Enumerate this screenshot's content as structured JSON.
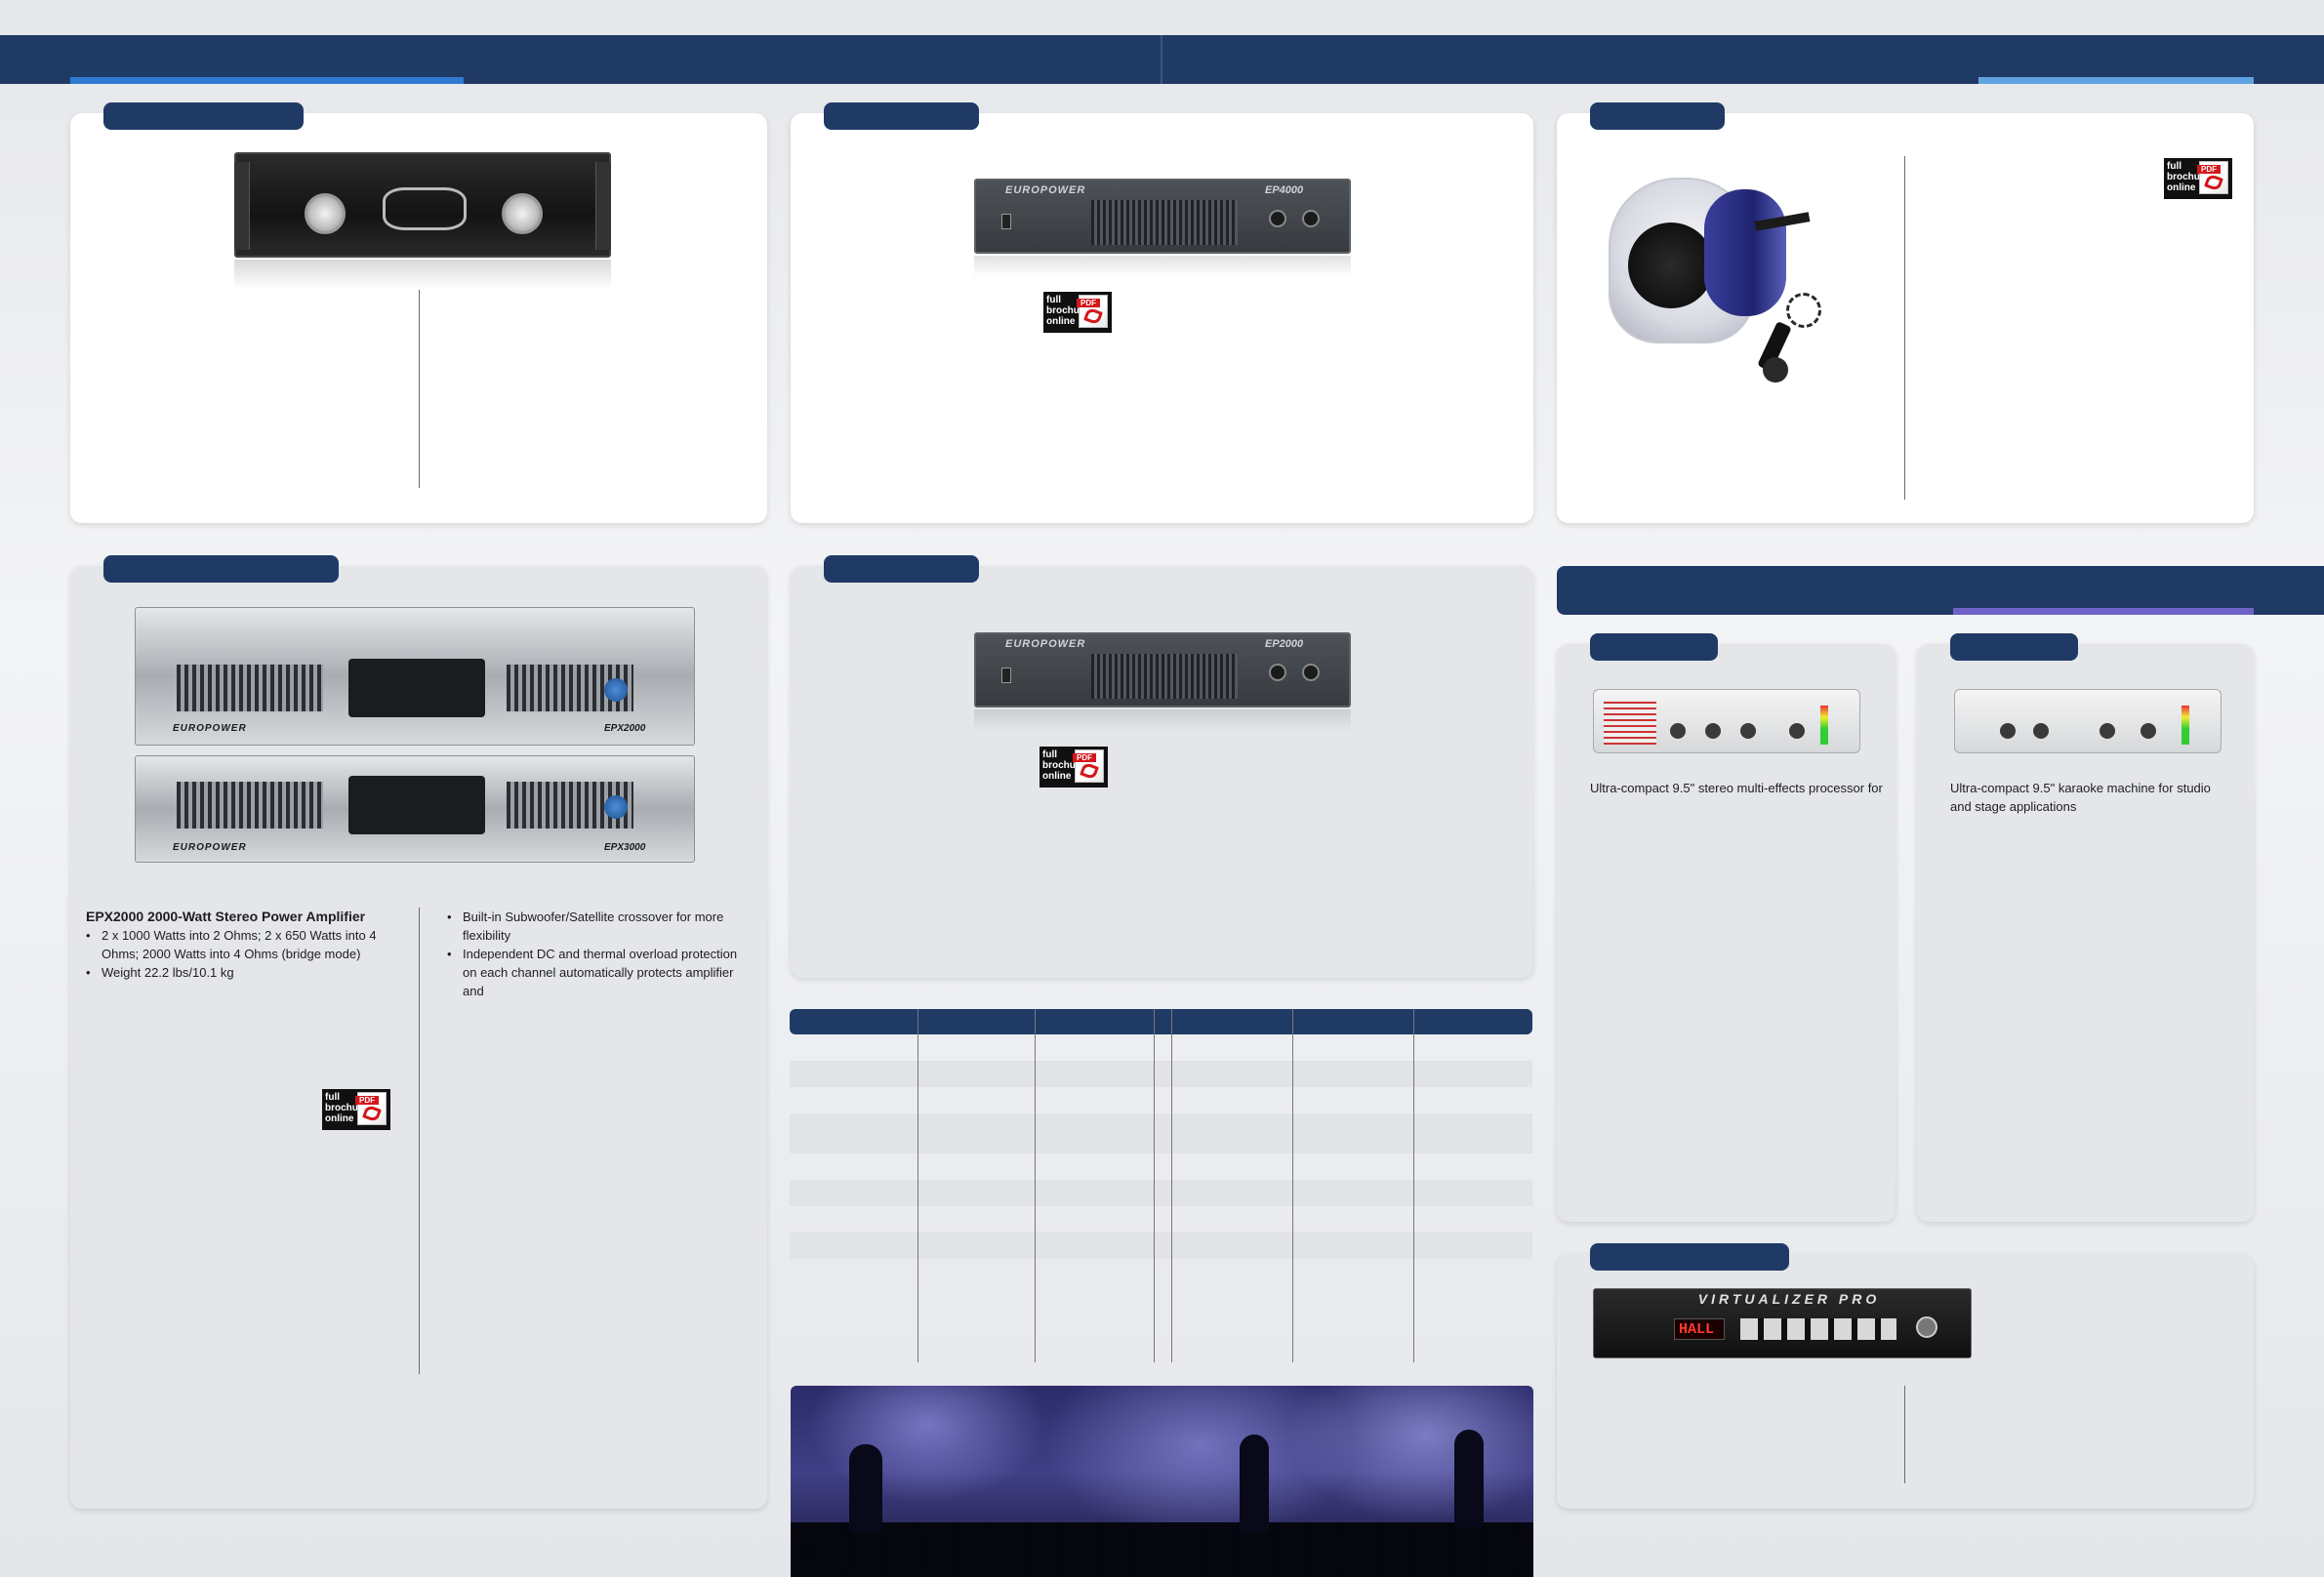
{
  "page": {
    "top_bar_color": "#203a66",
    "accent_left": "#2f7ad1",
    "accent_right": "#5fa3e0"
  },
  "panels": {
    "p1_tab": "",
    "p2_tab": "",
    "p3_tab": "",
    "p4_tab": "",
    "p5_tab": "",
    "fx_tab": "",
    "karaoke_tab": "",
    "virtualizer_tab": ""
  },
  "pdf": {
    "line1": "full",
    "line2": "brochure",
    "line3": "online",
    "tag": "PDF"
  },
  "ep4000": {
    "brand": "EUROPOWER",
    "model": "EP4000"
  },
  "ep2000": {
    "brand": "EUROPOWER",
    "model": "EP2000"
  },
  "epx": {
    "brand": "EUROPOWER",
    "model_top": "EPX2000",
    "model_bottom": "EPX3000",
    "title": "EPX2000 2000-Watt Stereo Power Amplifier",
    "left_bullets": [
      "2 x 1000 Watts into 2 Ohms; 2 x 650 Watts into 4 Ohms; 2000 Watts into 4 Ohms (bridge mode)",
      "Weight 22.2 lbs/10.1 kg"
    ],
    "right_bullets": [
      "Built-in Subwoofer/Satellite crossover for more flexibility",
      "Independent DC and thermal overload protection on each channel automatically protects amplifier and"
    ]
  },
  "fx": {
    "caption": "Ultra-compact 9.5\" stereo multi-effects processor for"
  },
  "karaoke": {
    "caption": "Ultra-compact 9.5\" karaoke machine for studio and stage applications"
  },
  "virtualizer": {
    "title": "VIRTUALIZER PRO",
    "display": "HALL"
  }
}
